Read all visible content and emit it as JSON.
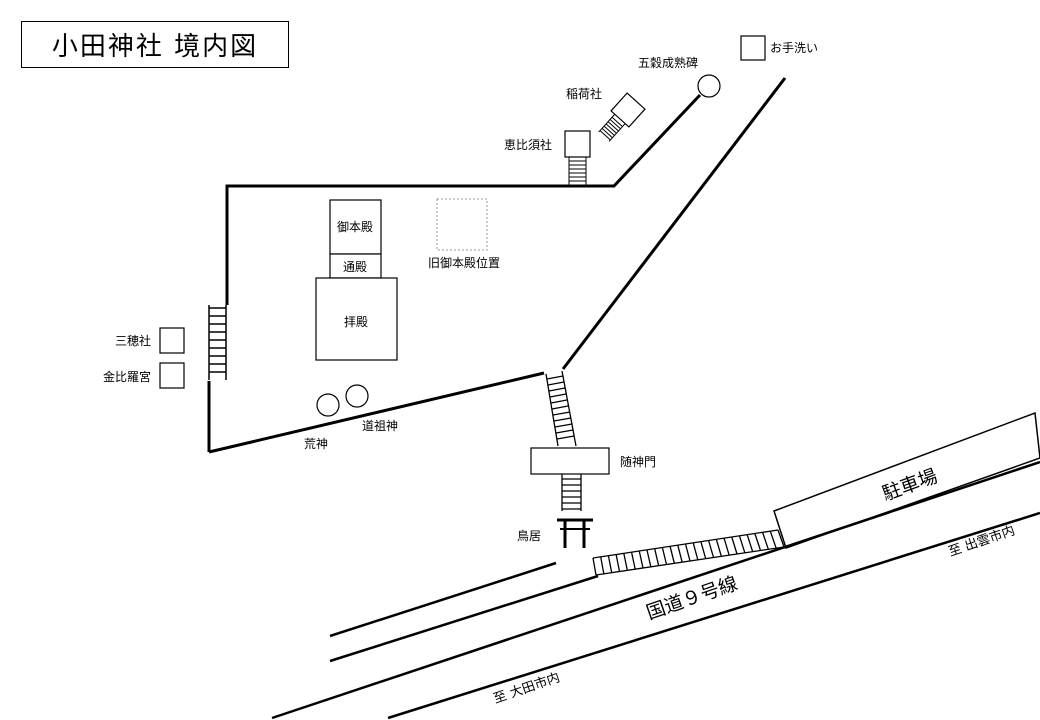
{
  "title": "小田神社 境内図",
  "labels": {
    "otearai": "お手洗い",
    "gokoku_seijukuhi": "五穀成熟碑",
    "inari_sha": "稲荷社",
    "ebisu_sha": "恵比須社",
    "gohonden": "御本殿",
    "tsuuden": "通殿",
    "haiden": "拝殿",
    "kyu_gohonden_ichi": "旧御本殿位置",
    "miho_sha": "三穂社",
    "konpira_gu": "金比羅宮",
    "kojin": "荒神",
    "dosojin": "道祖神",
    "zuishinmon": "随神門",
    "torii": "鳥居",
    "chushajo": "駐車場",
    "kokudo": "国道９号線",
    "to_izumo": "至 出雲市内",
    "to_oda": "至 大田市内"
  },
  "colors": {
    "ink": "#000000",
    "background": "#ffffff",
    "dashed_outline": "#999999"
  },
  "icons": {
    "torii": "torii-gate-icon",
    "stone": "round-stone-icon"
  }
}
